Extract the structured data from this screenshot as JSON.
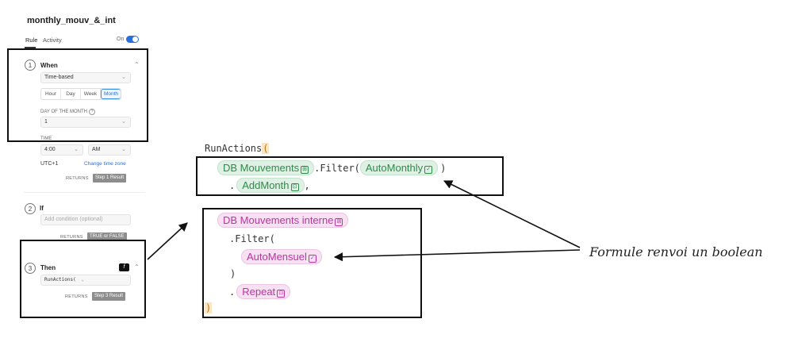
{
  "rule": {
    "title": "monthly_mouv_&_int",
    "tabs": [
      "Rule",
      "Activity"
    ],
    "toggle_label": "On"
  },
  "when": {
    "number": "1",
    "label": "When",
    "trigger_type": "Time-based",
    "frequencies": [
      "Hour",
      "Day",
      "Week",
      "Month"
    ],
    "selected_frequency": "Month",
    "day_label": "DAY OF THE MONTH",
    "day_help": "?",
    "day_value": "1",
    "time_label": "TIME",
    "time_value": "4:00",
    "ampm_value": "AM",
    "timezone": "UTC+1",
    "change_tz": "Change time zone",
    "returns_label": "RETURNS",
    "returns_value": "Step 1 Result"
  },
  "if": {
    "number": "2",
    "label": "If",
    "placeholder": "Add condition (optional)",
    "returns_label": "RETURNS",
    "returns_value": "TRUE or FALSE"
  },
  "then": {
    "number": "3",
    "label": "Then",
    "formula_badge": "f",
    "formula_preview": "RunActions(",
    "returns_label": "RETURNS",
    "returns_value": "Step 3 Result"
  },
  "code": {
    "run_actions": "RunActions",
    "open_paren": "(",
    "close_paren": ")",
    "comma": ",",
    "dot": ".",
    "filter_open": ".Filter(",
    "filter_close": ")",
    "green": {
      "table": "DB Mouvements",
      "condition": "AutoMonthly",
      "action": "AddMonth"
    },
    "pink": {
      "table": "DB Mouvements interne",
      "condition": "AutoMensuel",
      "action": "Repeat"
    }
  },
  "annotation": "Formule renvoi un boolean",
  "colors": {
    "accent": "#2a6fdb",
    "green_pill": "#dff0e4",
    "pink_pill": "#f6e0f1"
  }
}
